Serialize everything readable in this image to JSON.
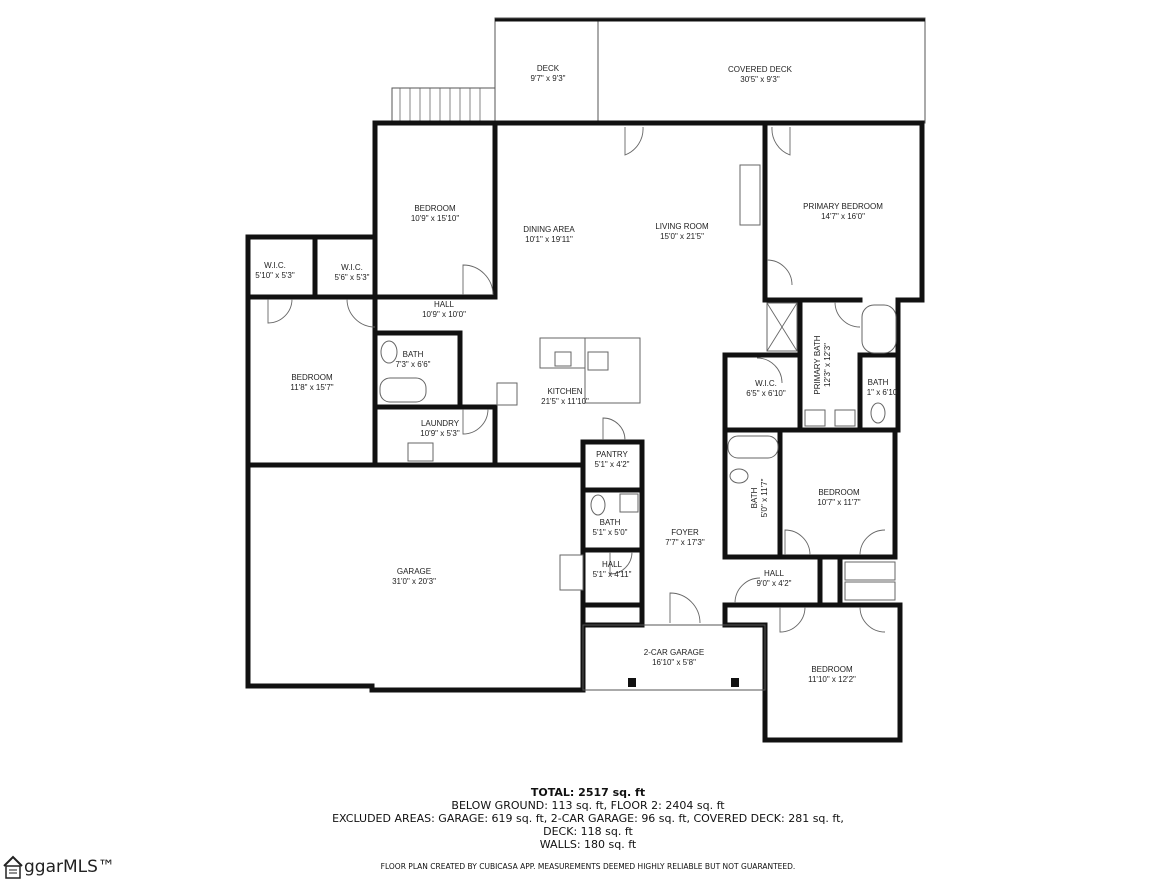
{
  "rooms": {
    "deck": {
      "name": "DECK",
      "dims": "9'7\" x 9'3\""
    },
    "covered_deck": {
      "name": "COVERED DECK",
      "dims": "30'5\" x 9'3\""
    },
    "bedroom_top": {
      "name": "BEDROOM",
      "dims": "10'9\" x 15'10\""
    },
    "dining": {
      "name": "DINING AREA",
      "dims": "10'1\" x 19'11\""
    },
    "living": {
      "name": "LIVING ROOM",
      "dims": "15'0\" x 21'5\""
    },
    "primary_bedroom": {
      "name": "PRIMARY BEDROOM",
      "dims": "14'7\" x 16'0\""
    },
    "wic1": {
      "name": "W.I.C.",
      "dims": "5'10\" x 5'3\""
    },
    "wic2": {
      "name": "W.I.C.",
      "dims": "5'6\" x 5'3\""
    },
    "hall_top": {
      "name": "HALL",
      "dims": "10'9\" x 10'0\""
    },
    "bedroom_left": {
      "name": "BEDROOM",
      "dims": "11'8\" x 15'7\""
    },
    "bath_left": {
      "name": "BATH",
      "dims": "7'3\" x 6'6\""
    },
    "laundry": {
      "name": "LAUNDRY",
      "dims": "10'9\" x 5'3\""
    },
    "kitchen": {
      "name": "KITCHEN",
      "dims": "21'5\" x 11'10\""
    },
    "pantry": {
      "name": "PANTRY",
      "dims": "5'1\" x 4'2\""
    },
    "bath_mid": {
      "name": "BATH",
      "dims": "5'1\" x 5'0\""
    },
    "hall_mid": {
      "name": "HALL",
      "dims": "5'1\" x 4'11\""
    },
    "garage": {
      "name": "GARAGE",
      "dims": "31'0\" x 20'3\""
    },
    "foyer": {
      "name": "FOYER",
      "dims": "7'7\" x 17'3\""
    },
    "two_car_garage": {
      "name": "2-CAR GARAGE",
      "dims": "16'10\" x 5'8\""
    },
    "wic_right": {
      "name": "W.I.C.",
      "dims": "6'5\" x 6'10\""
    },
    "primary_bath": {
      "name": "PRIMARY BATH",
      "dims": "12'3\" x 12'3\""
    },
    "bath_small": {
      "name": "BATH",
      "dims": "1\" x 6'10"
    },
    "bath_right": {
      "name": "BATH",
      "dims": "5'0\" x 11'7\""
    },
    "bedroom_right": {
      "name": "BEDROOM",
      "dims": "10'7\" x 11'7\""
    },
    "hall_right": {
      "name": "HALL",
      "dims": "9'0\" x 4'2\""
    },
    "bedroom_bottom": {
      "name": "BEDROOM",
      "dims": "11'10\" x 12'2\""
    }
  },
  "summary": {
    "total": "TOTAL: 2517 sq. ft",
    "line2": "BELOW GROUND: 113 sq. ft, FLOOR 2: 2404 sq. ft",
    "line3": "EXCLUDED AREAS: GARAGE: 619 sq. ft, 2-CAR GARAGE: 96 sq. ft, COVERED DECK: 281 sq. ft,",
    "line4": "DECK: 118 sq. ft",
    "line5": "WALLS: 180 sq. ft",
    "disclaimer": "FLOOR PLAN CREATED BY CUBICASA APP. MEASUREMENTS DEEMED HIGHLY RELIABLE BUT NOT GUARANTEED."
  },
  "logo": {
    "text": "ggarMLS™",
    "icon": "house-icon"
  }
}
